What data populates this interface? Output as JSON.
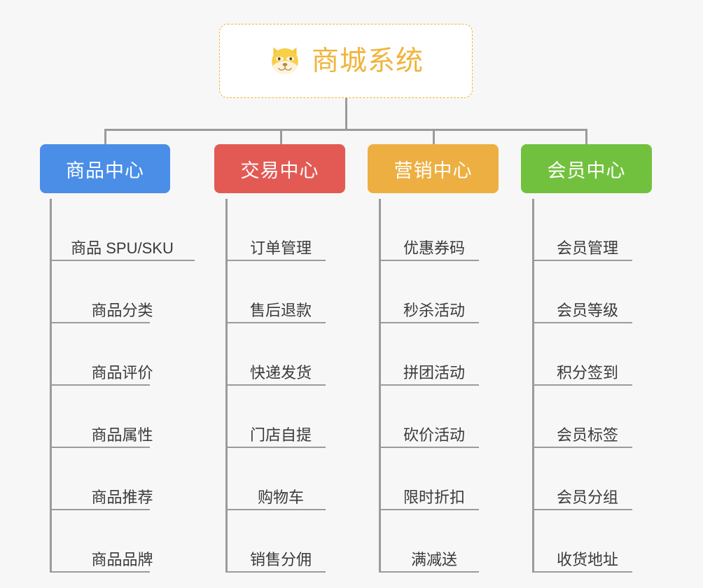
{
  "background_color": "#f7f7f7",
  "connector_color": "#9b9b9b",
  "root": {
    "title": "商城系统",
    "logo_icon": "shiba-dog-face-icon",
    "border_color": "#f0b43c",
    "text_color": "#f0b43c",
    "background": "#ffffff"
  },
  "columns": [
    {
      "id": "product-center",
      "title": "商品中心",
      "color": "#4a8ee8",
      "items": [
        "商品 SPU/SKU",
        "商品分类",
        "商品评价",
        "商品属性",
        "商品推荐",
        "商品品牌"
      ]
    },
    {
      "id": "trade-center",
      "title": "交易中心",
      "color": "#e35a55",
      "items": [
        "订单管理",
        "售后退款",
        "快递发货",
        "门店自提",
        "购物车",
        "销售分佣"
      ]
    },
    {
      "id": "marketing-center",
      "title": "营销中心",
      "color": "#edaf41",
      "items": [
        "优惠券码",
        "秒杀活动",
        "拼团活动",
        "砍价活动",
        "限时折扣",
        "满减送"
      ]
    },
    {
      "id": "member-center",
      "title": "会员中心",
      "color": "#72c13e",
      "items": [
        "会员管理",
        "会员等级",
        "积分签到",
        "会员标签",
        "会员分组",
        "收货地址"
      ]
    }
  ]
}
